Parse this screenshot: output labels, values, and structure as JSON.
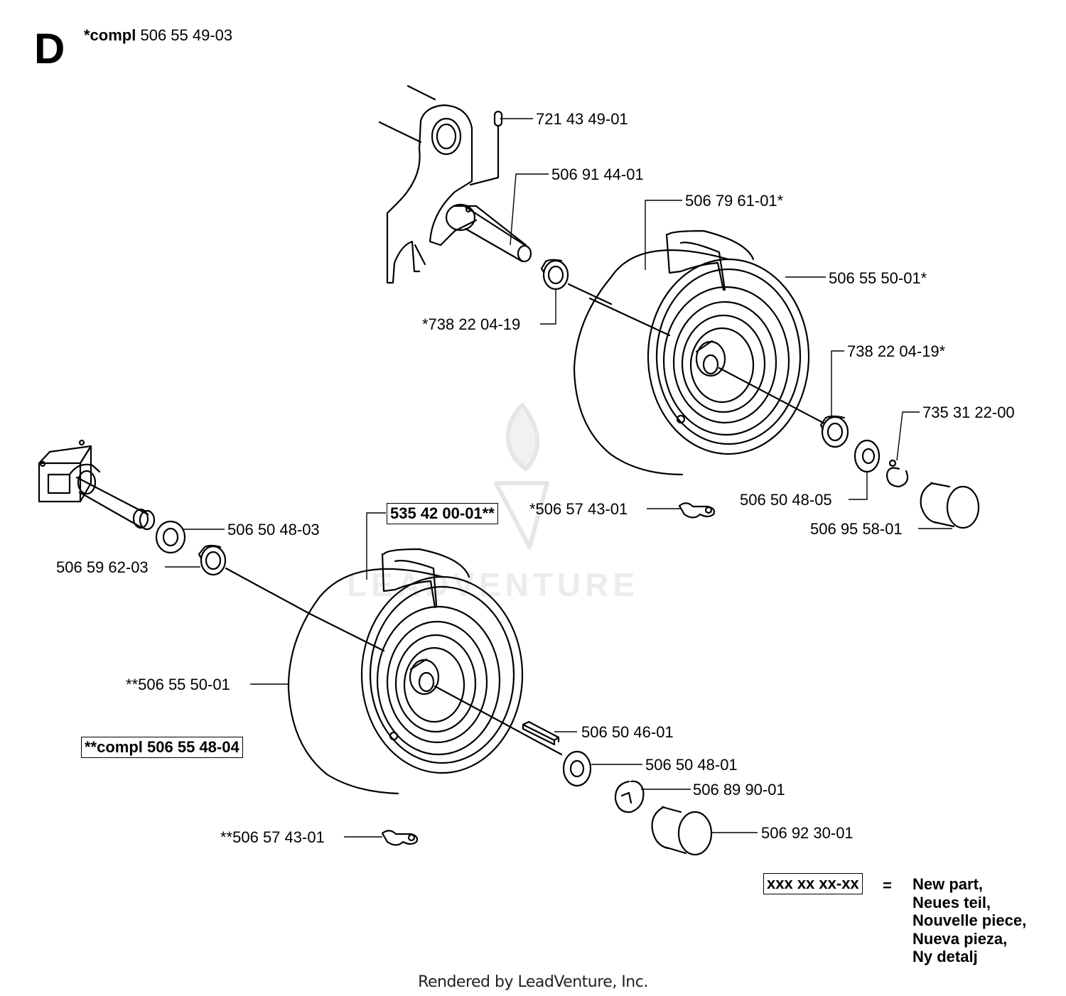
{
  "header": {
    "section_letter": "D",
    "compl_prefix": "*compl",
    "compl_number": "506 55 49-03"
  },
  "parts": {
    "p1": "721 43 49-01",
    "p2": "506 91 44-01",
    "p3": "506 79 61-01*",
    "p4": "506 55 50-01*",
    "p5": "*738 22 04-19",
    "p6": "738 22 04-19*",
    "p7": "735 31 22-00",
    "p8": "506 50 48-05",
    "p9": "*506 57 43-01",
    "p10": "506 95 58-01",
    "p11": "535 42 00-01**",
    "p12": "506 50 48-03",
    "p13": "506 59 62-03",
    "p14": "**506 55 50-01",
    "p15": "**compl 506 55 48-04",
    "p16": "506 50 46-01",
    "p17": "506 50 48-01",
    "p18": "506 89 90-01",
    "p19": "506 92 30-01",
    "p20": "**506 57 43-01"
  },
  "legend": {
    "sample": "xxx xx xx-xx",
    "equals": "=",
    "lines": [
      "New part,",
      "Neues teil,",
      "Nouvelle piece,",
      "Nueva pieza,",
      "Ny detalj"
    ]
  },
  "watermark": "LEADVENTURE",
  "footer": "Rendered by LeadVenture, Inc."
}
